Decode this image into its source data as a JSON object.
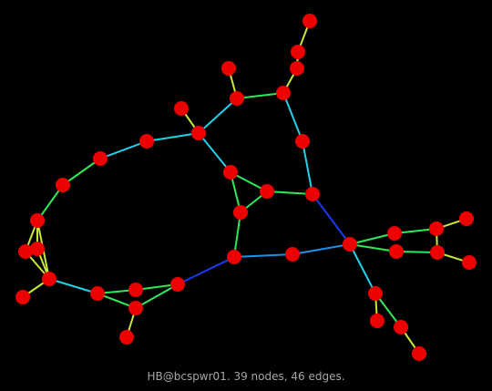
{
  "caption": "HB@bcspwr01. 39 nodes, 46 edges.",
  "colors": {
    "background": "#000000",
    "node": "#ee0000",
    "edge_yellow": "#c8e83a",
    "edge_green": "#2ee85a",
    "edge_cyan": "#22d0e8",
    "edge_blue": "#1a3af0",
    "edge_lightblue": "#1e90e8",
    "caption": "#a6a6a6"
  },
  "graph": {
    "node_count": 39,
    "edge_count": 46
  }
}
